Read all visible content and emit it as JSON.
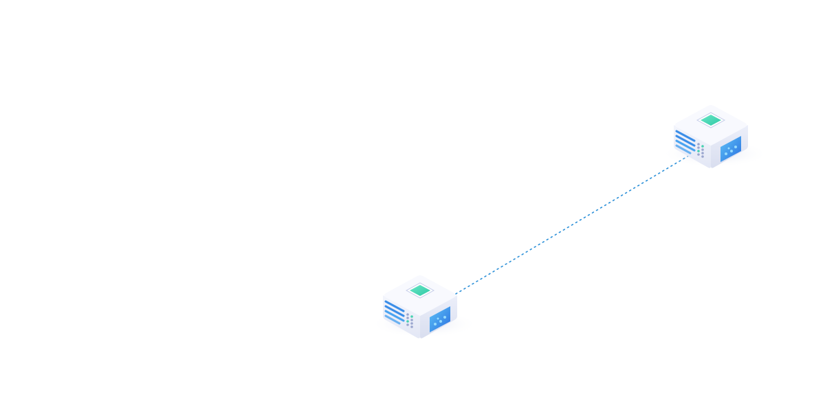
{
  "diagram": {
    "nodes": [
      {
        "id": "node-a",
        "icon": "server-node-icon",
        "accent": "#3ddcb0"
      },
      {
        "id": "node-b",
        "icon": "server-node-icon",
        "accent": "#3ddcb0"
      }
    ],
    "edges": [
      {
        "from": "node-a",
        "to": "node-b",
        "style": "dotted",
        "color": "#2a8fd8"
      }
    ]
  },
  "colors": {
    "background": "#ffffff",
    "box_top": "#f7f8fd",
    "box_side_left": "#eef0fa",
    "box_side_right": "#e6e9f6",
    "stripe_blue": "#3b8ee8",
    "panel_blue": "#2f7fe6",
    "chip_green": "#4fd9b4",
    "connector": "#2a8fd8"
  }
}
